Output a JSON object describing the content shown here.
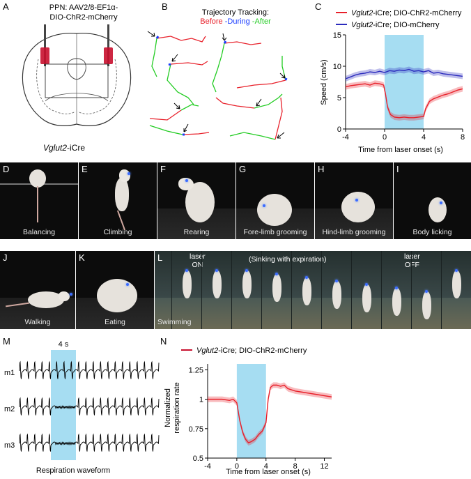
{
  "panels": {
    "A": {
      "label": "A",
      "text_line1": "PPN: AAV2/8-EF1α-",
      "text_line2": "DIO-ChR2-mCherry",
      "caption_italic": "Vglut2",
      "caption_rest": "-iCre"
    },
    "B": {
      "label": "B",
      "title": "Trajectory Tracking:",
      "before": "Before",
      "during": "-During",
      "after": "-After",
      "colors": {
        "before": "#e8202a",
        "during": "#1a3cff",
        "after": "#22cc22"
      }
    },
    "C": {
      "label": "C"
    },
    "D": {
      "label": "D",
      "caption": "Balancing"
    },
    "E": {
      "label": "E",
      "caption": "Climbing"
    },
    "F": {
      "label": "F",
      "caption": "Rearing"
    },
    "G": {
      "label": "G",
      "caption": "Fore-limb grooming"
    },
    "H": {
      "label": "H",
      "caption": "Hind-limb grooming"
    },
    "I": {
      "label": "I",
      "caption": "Body licking"
    },
    "J": {
      "label": "J",
      "caption": "Walking"
    },
    "K": {
      "label": "K",
      "caption": "Eating"
    },
    "L": {
      "label": "L",
      "caption": "Swimming",
      "laser_on_1": "laser",
      "laser_on_2": "ON",
      "sinking": "(Sinking with expiration)",
      "laser_off_1": "laser",
      "laser_off_2": "OFF"
    },
    "M": {
      "label": "M",
      "window_label": "4 s",
      "rows": [
        "m1",
        "m2",
        "m3"
      ],
      "xlabel": "Respiration waveform"
    },
    "N": {
      "label": "N"
    }
  },
  "chart_data": [
    {
      "id": "C",
      "type": "line",
      "xlabel": "Time from laser onset (s)",
      "ylabel": "Speed (cm/s)",
      "xlim": [
        -4,
        8
      ],
      "ylim": [
        0,
        15
      ],
      "xticks": [
        -4,
        0,
        4,
        8
      ],
      "yticks": [
        0,
        5,
        10,
        15
      ],
      "shaded_region": [
        0,
        4
      ],
      "shade_color": "#a6ddf2",
      "legend_position": "top",
      "series": [
        {
          "name_italic": "Vglut2",
          "name_rest": "-iCre; DIO-ChR2-mCherry",
          "color": "#e8202a",
          "x": [
            -4,
            -3.5,
            -3,
            -2.5,
            -2,
            -1.5,
            -1,
            -0.5,
            -0.1,
            0.1,
            0.3,
            0.6,
            1,
            1.5,
            2,
            2.5,
            3,
            3.5,
            4,
            4.2,
            4.6,
            5,
            5.5,
            6,
            6.5,
            7,
            7.5,
            8
          ],
          "y": [
            6.7,
            6.9,
            7.0,
            7.1,
            7.2,
            7.0,
            7.3,
            7.2,
            7.0,
            5.5,
            3.5,
            2.3,
            1.9,
            1.8,
            1.9,
            1.8,
            1.8,
            1.9,
            2.0,
            3.2,
            4.4,
            4.8,
            5.1,
            5.4,
            5.6,
            5.9,
            6.2,
            6.4
          ]
        },
        {
          "name_italic": "Vglut2",
          "name_rest": "-iCre; DIO-mCherry",
          "color": "#2b2bbd",
          "x": [
            -4,
            -3.5,
            -3,
            -2.5,
            -2,
            -1.5,
            -1,
            -0.5,
            0,
            0.5,
            1,
            1.5,
            2,
            2.5,
            3,
            3.5,
            4,
            4.5,
            5,
            5.5,
            6,
            6.5,
            7,
            7.5,
            8
          ],
          "y": [
            8.0,
            8.3,
            8.6,
            8.8,
            8.9,
            9.1,
            9.0,
            9.2,
            9.0,
            9.3,
            9.2,
            9.4,
            9.3,
            9.5,
            9.2,
            9.3,
            9.1,
            9.3,
            8.9,
            9.0,
            8.8,
            8.7,
            8.6,
            8.5,
            8.4
          ]
        }
      ]
    },
    {
      "id": "N",
      "type": "line",
      "xlabel": "Time from laser onset (s)",
      "ylabel_line1": "Normalized",
      "ylabel_line2": "respiration rate",
      "xlim": [
        -4,
        13
      ],
      "ylim": [
        0.5,
        1.3
      ],
      "xticks": [
        -4,
        0,
        4,
        8,
        12
      ],
      "yticks": [
        0.5,
        0.75,
        1,
        1.25
      ],
      "ytick_labels": [
        "0.5",
        "0.75",
        "1",
        "1.25"
      ],
      "shaded_region": [
        0,
        4
      ],
      "shade_color": "#a6ddf2",
      "legend_position": "top",
      "series": [
        {
          "name_italic": "Vglut2",
          "name_rest": "-iCre; DIO-ChR2-mCherry",
          "color": "#e8202a",
          "x": [
            -4,
            -3,
            -2,
            -1,
            -0.5,
            0,
            0.4,
            0.8,
            1.2,
            1.6,
            2,
            2.5,
            3,
            3.5,
            4,
            4.3,
            4.6,
            5,
            5.5,
            6,
            6.5,
            7,
            8,
            9,
            10,
            11,
            12,
            13
          ],
          "y": [
            1.0,
            1.0,
            1.0,
            0.99,
            1.0,
            0.97,
            0.82,
            0.72,
            0.66,
            0.63,
            0.64,
            0.66,
            0.7,
            0.73,
            0.8,
            1.0,
            1.1,
            1.12,
            1.12,
            1.11,
            1.12,
            1.09,
            1.07,
            1.06,
            1.05,
            1.04,
            1.03,
            1.02
          ]
        }
      ]
    }
  ]
}
